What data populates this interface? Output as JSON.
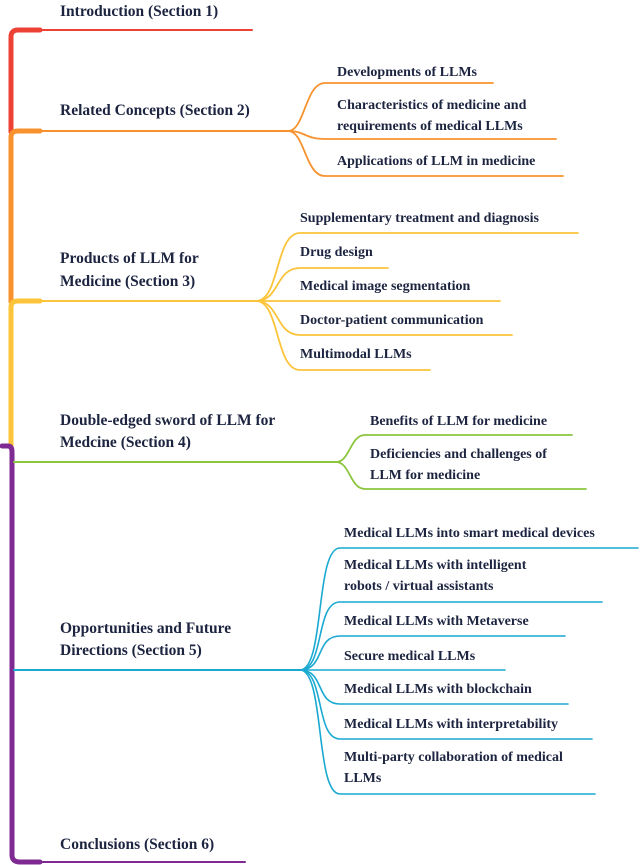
{
  "colors": {
    "section1": "#ee4136",
    "section2": "#f7922e",
    "section3": "#fcc43a",
    "section4": "#8cc63f",
    "section5": "#1aa9d1",
    "section6": "#7f2a92",
    "text": "#1c2440"
  },
  "mindmap": {
    "sections": [
      {
        "title": "Introduction (Section 1)",
        "children": []
      },
      {
        "title": "Related Concepts (Section 2)",
        "children": [
          "Developments of LLMs",
          "Characteristics of medicine and requirements of medical LLMs",
          "Applications of LLM in medicine"
        ]
      },
      {
        "title_lines": [
          "Products of LLM for",
          "Medicine (Section 3)"
        ],
        "children": [
          "Supplementary treatment and diagnosis",
          "Drug design",
          "Medical image segmentation",
          "Doctor-patient communication",
          "Multimodal LLMs"
        ]
      },
      {
        "title_lines": [
          "Double-edged sword of LLM for",
          "Medcine (Section 4)"
        ],
        "children": [
          "Benefits of LLM for medicine",
          "Deficiencies and challenges of LLM for medicine"
        ]
      },
      {
        "title_lines": [
          "Opportunities and Future",
          "Directions (Section 5)"
        ],
        "children": [
          "Medical LLMs into smart medical devices",
          "Medical LLMs with intelligent robots / virtual assistants",
          "Medical LLMs with Metaverse",
          "Secure medical LLMs",
          "Medical LLMs with blockchain",
          "Medical LLMs with interpretability",
          "Multi-party collaboration of medical LLMs"
        ]
      },
      {
        "title": "Conclusions (Section 6)",
        "children": []
      }
    ]
  },
  "labels": {
    "s1": "Introduction (Section 1)",
    "s2": "Related Concepts (Section 2)",
    "s2c1": "Developments of LLMs",
    "s2c2a": "Characteristics of medicine and",
    "s2c2b": "requirements of medical LLMs",
    "s2c3": "Applications of LLM in medicine",
    "s3a": "Products of LLM for",
    "s3b": "Medicine (Section 3)",
    "s3c1": "Supplementary treatment and diagnosis",
    "s3c2": "Drug design",
    "s3c3": "Medical image segmentation",
    "s3c4": "Doctor-patient communication",
    "s3c5": "Multimodal LLMs",
    "s4a": "Double-edged sword of LLM for",
    "s4b": "Medcine (Section 4)",
    "s4c1": "Benefits of LLM for medicine",
    "s4c2a": "Deficiencies and challenges of",
    "s4c2b": "LLM for medicine",
    "s5a": "Opportunities and Future",
    "s5b": "Directions (Section 5)",
    "s5c1": "Medical LLMs into smart medical devices",
    "s5c2a": "Medical LLMs with intelligent",
    "s5c2b": "robots / virtual assistants",
    "s5c3": "Medical LLMs with Metaverse",
    "s5c4": "Secure medical LLMs",
    "s5c5": "Medical LLMs with blockchain",
    "s5c6": "Medical LLMs with interpretability",
    "s5c7a": "Multi-party collaboration of medical",
    "s5c7b": "LLMs",
    "s6": "Conclusions (Section 6)"
  }
}
